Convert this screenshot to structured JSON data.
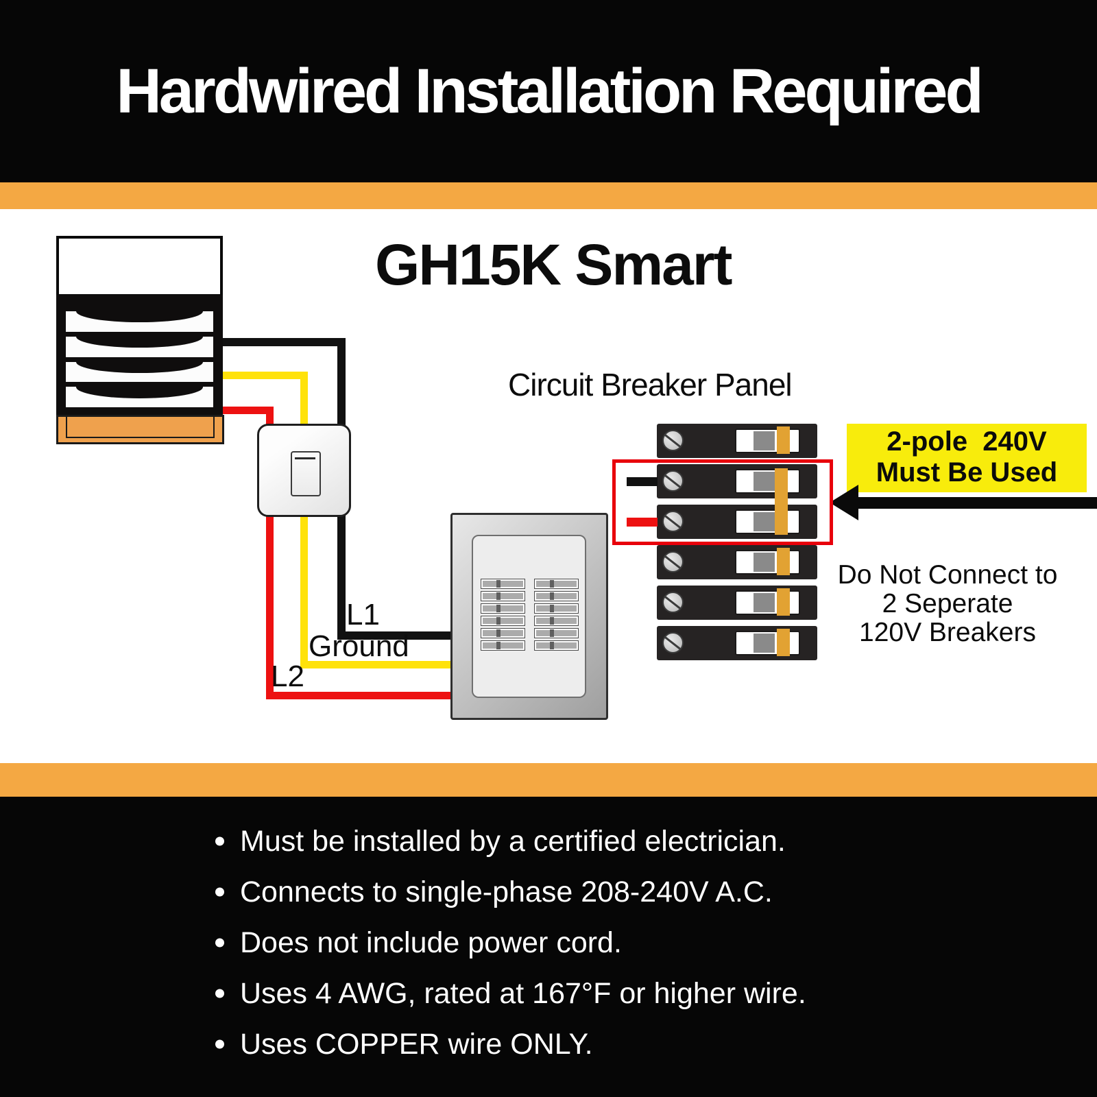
{
  "header": {
    "title": "Hardwired Installation Required"
  },
  "diagram": {
    "product_label": "GH15K Smart",
    "panel_label": "Circuit Breaker Panel",
    "callout": {
      "line1": "2-pole  240V",
      "line2": "Must Be Used"
    },
    "warning": {
      "line1": "Do Not Connect to",
      "line2": "2 Seperate",
      "line3": "120V Breakers"
    },
    "wire_labels": {
      "l1": "L1",
      "ground": "Ground",
      "l2": "L2"
    }
  },
  "colors": {
    "accent_orange": "#F4A843",
    "highlight_yellow": "#F8EC0C",
    "alert_red": "#E8000B",
    "wire_black": "#111111",
    "wire_yellow": "#FFE20A",
    "wire_red": "#ED1111",
    "breaker_tie_orange": "#E2A233",
    "heater_base_orange": "#EFA14D"
  },
  "footer": {
    "bullets": [
      "Must be installed by a certified electrician.",
      "Connects to single-phase 208-240V A.C.",
      "Does not include power cord.",
      "Uses 4 AWG, rated at 167°F or higher wire.",
      "Uses COPPER wire ONLY."
    ]
  }
}
